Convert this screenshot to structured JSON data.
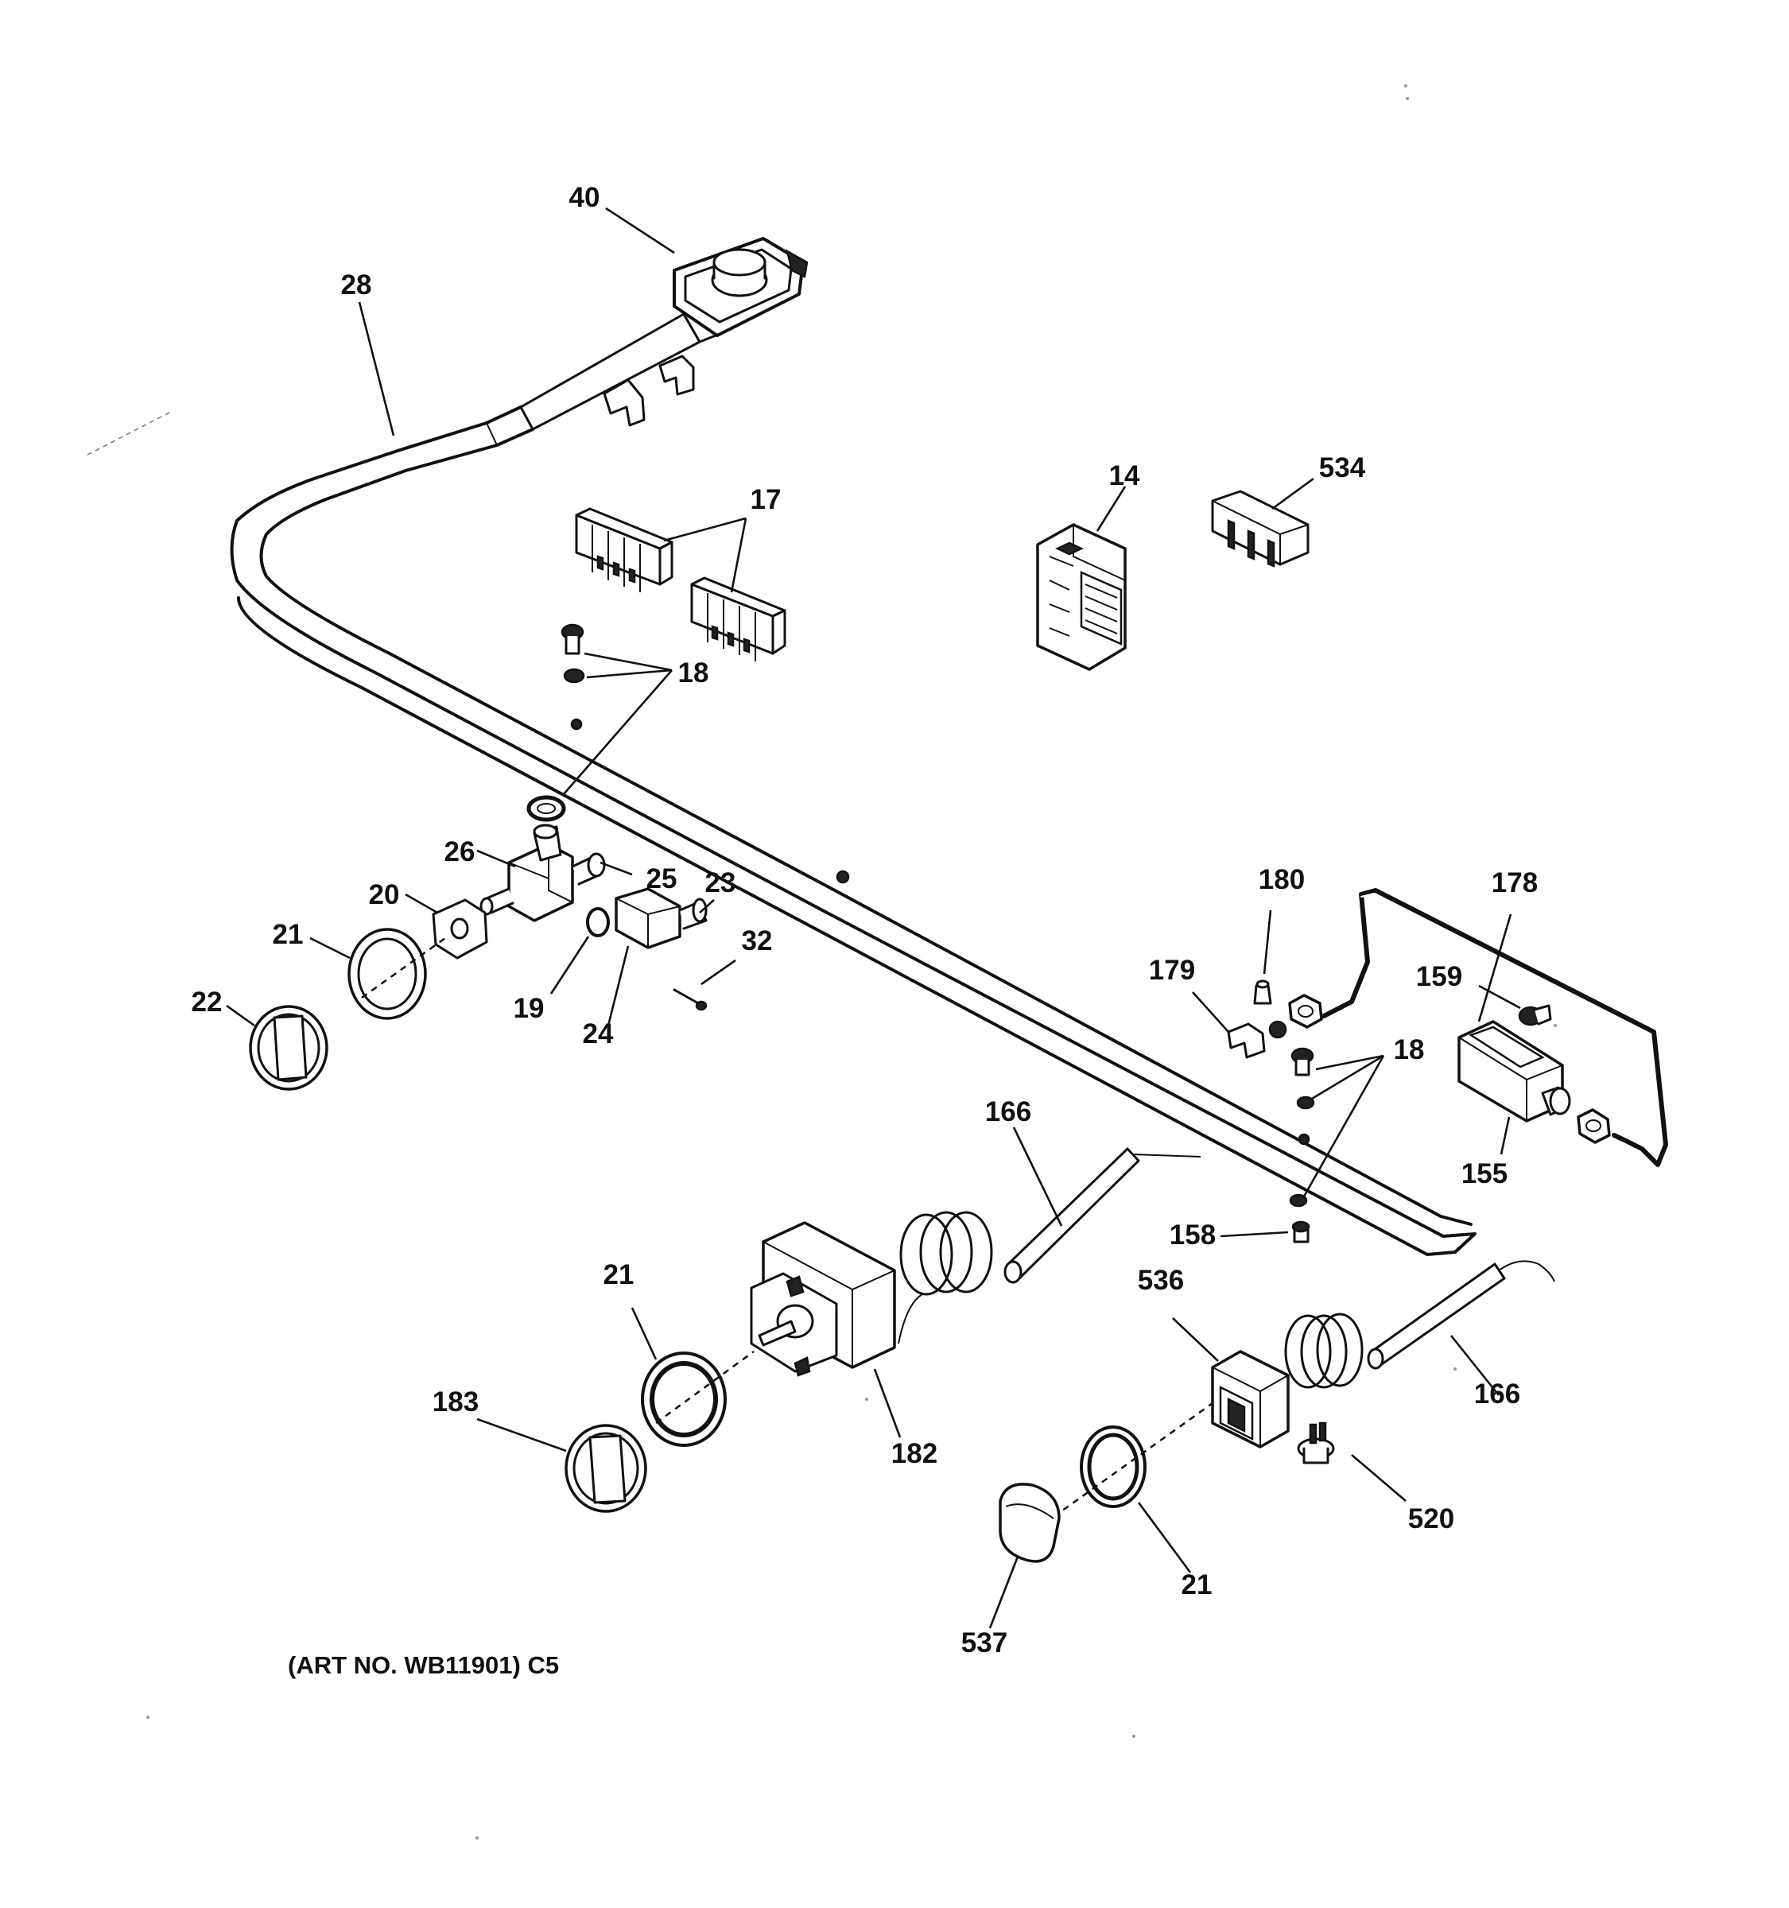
{
  "diagram": {
    "art_number": "(ART NO. WB11901) C5",
    "callouts": [
      {
        "id": "c40",
        "text": "40"
      },
      {
        "id": "c28",
        "text": "28"
      },
      {
        "id": "c17",
        "text": "17"
      },
      {
        "id": "c14",
        "text": "14"
      },
      {
        "id": "c534",
        "text": "534"
      },
      {
        "id": "c18a",
        "text": "18"
      },
      {
        "id": "c26",
        "text": "26"
      },
      {
        "id": "c25",
        "text": "25"
      },
      {
        "id": "c23",
        "text": "23"
      },
      {
        "id": "c20",
        "text": "20"
      },
      {
        "id": "c21a",
        "text": "21"
      },
      {
        "id": "c32",
        "text": "32"
      },
      {
        "id": "c22",
        "text": "22"
      },
      {
        "id": "c19",
        "text": "19"
      },
      {
        "id": "c24",
        "text": "24"
      },
      {
        "id": "c180",
        "text": "180"
      },
      {
        "id": "c178",
        "text": "178"
      },
      {
        "id": "c179",
        "text": "179"
      },
      {
        "id": "c159",
        "text": "159"
      },
      {
        "id": "c18b",
        "text": "18"
      },
      {
        "id": "c155",
        "text": "155"
      },
      {
        "id": "c166a",
        "text": "166"
      },
      {
        "id": "c158",
        "text": "158"
      },
      {
        "id": "c536",
        "text": "536"
      },
      {
        "id": "c21b",
        "text": "21"
      },
      {
        "id": "c183",
        "text": "183"
      },
      {
        "id": "c182",
        "text": "182"
      },
      {
        "id": "c166b",
        "text": "166"
      },
      {
        "id": "c520",
        "text": "520"
      },
      {
        "id": "c21c",
        "text": "21"
      },
      {
        "id": "c537",
        "text": "537"
      }
    ]
  }
}
